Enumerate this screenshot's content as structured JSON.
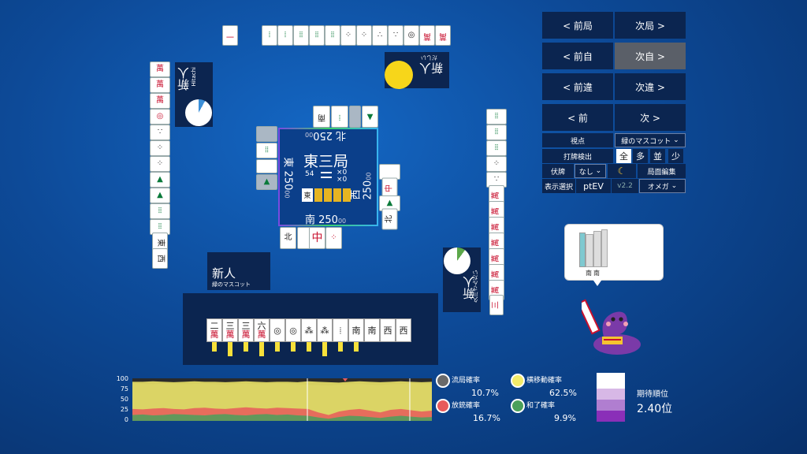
{
  "nav": {
    "prev_round": "< 前局",
    "next_round": "次局 >",
    "prev_self": "< 前自",
    "next_self": "次自 >",
    "prev_diff": "< 前違",
    "next_diff": "次違 >",
    "prev": "< 前",
    "next": "次 >"
  },
  "controls": {
    "view_label": "視点",
    "view_value": "緑のマスコット",
    "discard_label": "打牌検出",
    "discard_opts": [
      "全",
      "多",
      "並",
      "少"
    ],
    "hide_label": "伏牌",
    "hide_value": "なし",
    "moon_icon": "☾",
    "edit_label": "局面編集",
    "display_label": "表示選択",
    "display_value": "ptEV",
    "version": "v2.2",
    "mode_value": "オメガ"
  },
  "center": {
    "round": "東三局",
    "honba": "54",
    "riichi_x1": "×0",
    "riichi_x2": "×0",
    "east_score": "東 250",
    "east_sub": "00",
    "south_score": "南 250",
    "south_sub": "00",
    "west_score": "西 250",
    "west_sub": "00",
    "north_score": "北 250",
    "north_sub": "00",
    "dealer_mark": "東"
  },
  "players": {
    "bottom": {
      "name": "新人",
      "sub": "緑のマスコット"
    },
    "left": {
      "name": "新人",
      "sub": "Hitachi"
    },
    "top": {
      "name": "新人",
      "sub": "だしい"
    },
    "right": {
      "name": "新人",
      "sub": "久川さんだい"
    }
  },
  "hand": [
    {
      "top": "二",
      "bot": "萬"
    },
    {
      "top": "三",
      "bot": "萬"
    },
    {
      "top": "三",
      "bot": "萬"
    },
    {
      "top": "六",
      "bot": "萬"
    },
    {
      "top": "◎",
      "bot": ""
    },
    {
      "top": "◎",
      "bot": ""
    },
    {
      "top": "⁂",
      "bot": ""
    },
    {
      "top": "⁂",
      "bot": ""
    },
    {
      "top": "⦙",
      "bot": ""
    },
    {
      "top": "南",
      "bot": ""
    },
    {
      "top": "南",
      "bot": ""
    },
    {
      "top": "西",
      "bot": ""
    },
    {
      "top": "西",
      "bot": ""
    }
  ],
  "hand_bars": [
    0.55,
    0.8,
    0.55,
    0.8,
    0.55,
    0.55,
    0.55,
    0.8,
    0.55,
    0.55,
    0,
    0,
    0
  ],
  "speech": {
    "tile1": "南",
    "tile2": "南"
  },
  "chart_data": {
    "type": "area",
    "yticks": [
      "100",
      "75",
      "50",
      "25",
      "0"
    ],
    "ylim": [
      0,
      100
    ],
    "series": [
      {
        "name": "流局確率",
        "color": "#6a6a6a",
        "values": [
          88,
          87,
          86,
          88,
          87,
          86,
          87,
          88,
          86,
          85,
          87,
          88,
          86,
          87,
          88,
          87,
          86,
          85,
          84,
          83,
          85,
          86,
          87,
          85,
          84,
          86,
          87,
          88,
          86,
          87
        ]
      },
      {
        "name": "横移動確率",
        "color": "#f4ec6a",
        "values": [
          92,
          92,
          93,
          92,
          91,
          92,
          93,
          92,
          92,
          91,
          92,
          93,
          92,
          91,
          92,
          92,
          91,
          93,
          92,
          91,
          90,
          92,
          93,
          92,
          91,
          92,
          93,
          92,
          91,
          92
        ]
      },
      {
        "name": "放銃確率",
        "color": "#e85a5a",
        "values": [
          28,
          27,
          29,
          30,
          28,
          27,
          30,
          31,
          29,
          28,
          30,
          32,
          30,
          29,
          31,
          30,
          29,
          28,
          20,
          14,
          22,
          26,
          28,
          24,
          20,
          26,
          28,
          25,
          22,
          24
        ]
      },
      {
        "name": "和了確率",
        "color": "#4aa05a",
        "values": [
          14,
          15,
          13,
          14,
          16,
          15,
          14,
          13,
          15,
          16,
          14,
          13,
          15,
          16,
          14,
          15,
          13,
          12,
          8,
          5,
          9,
          12,
          11,
          9,
          7,
          10,
          12,
          10,
          8,
          9
        ]
      }
    ]
  },
  "legend": [
    {
      "label": "流局確率",
      "value": "10.7%",
      "color": "#6a6a6a"
    },
    {
      "label": "横移動確率",
      "value": "62.5%",
      "color": "#f4ec6a"
    },
    {
      "label": "放銃確率",
      "value": "16.7%",
      "color": "#e85a5a"
    },
    {
      "label": "和了確率",
      "value": "9.9%",
      "color": "#4aa05a"
    }
  ],
  "expected": {
    "label": "期待順位",
    "value": "2.40位"
  }
}
